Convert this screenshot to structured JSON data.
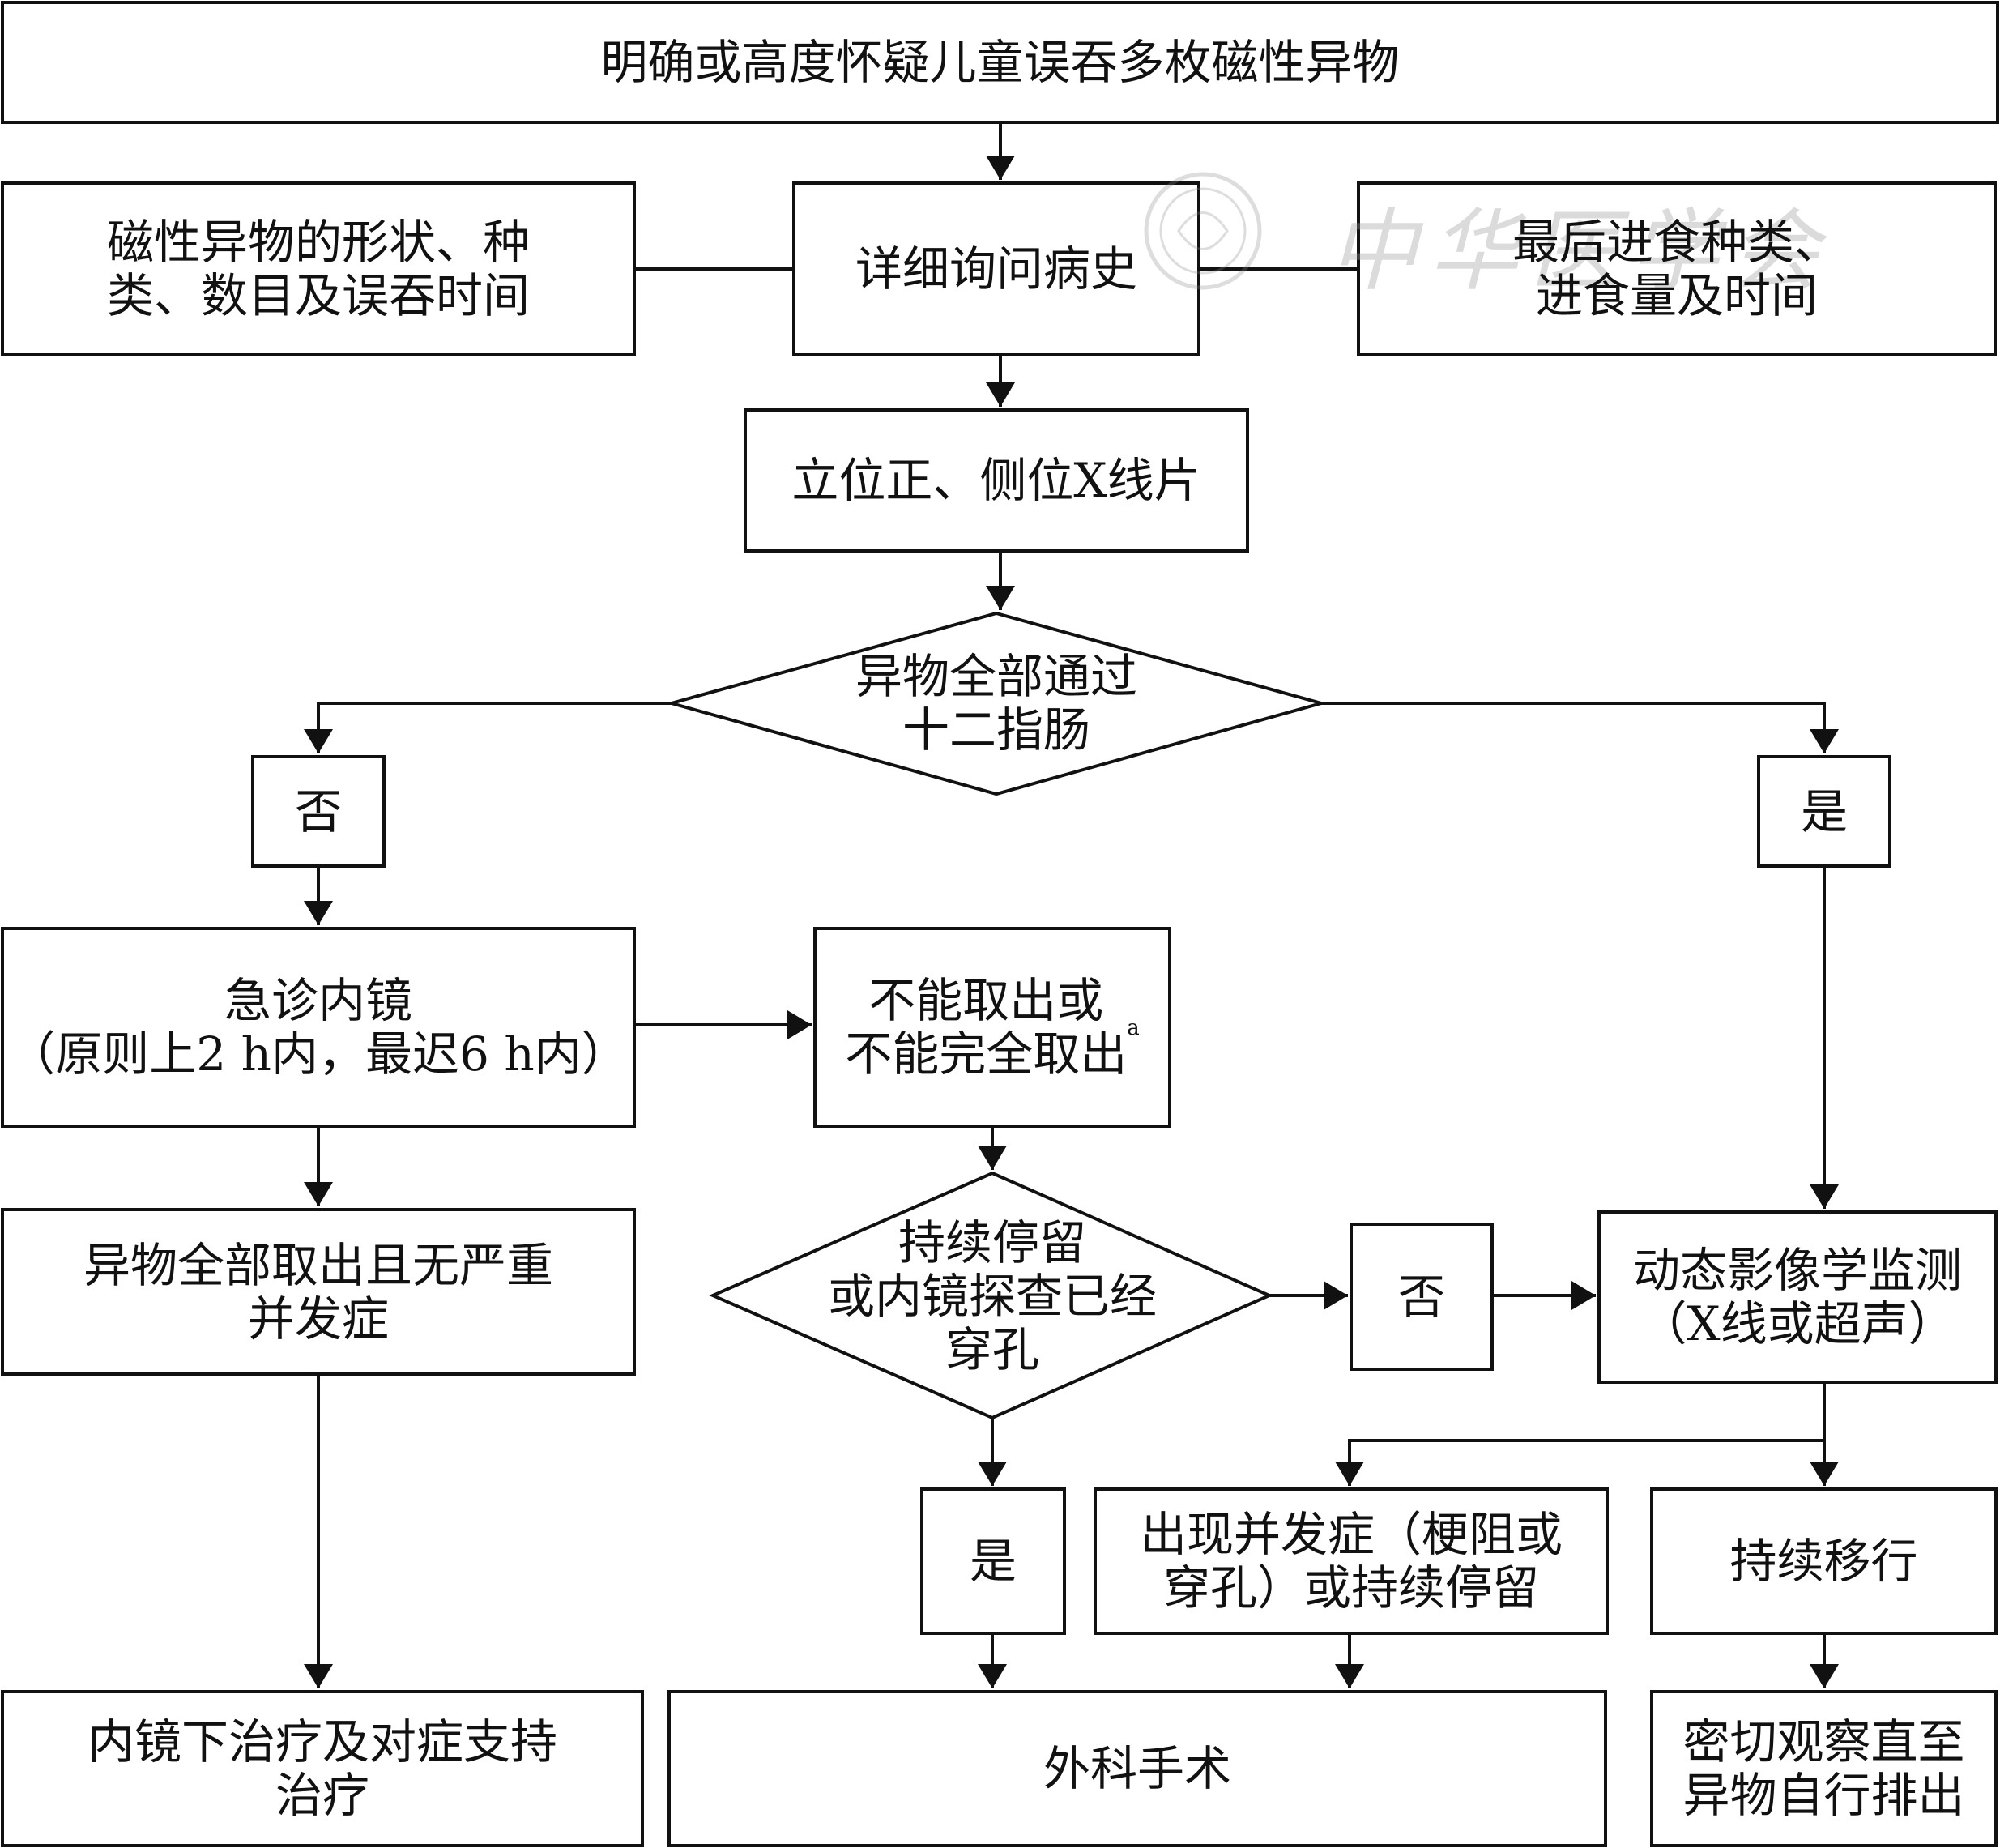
{
  "nodes": {
    "start": "明确或高度怀疑儿童误吞多枚磁性异物",
    "history": "详细询问病史",
    "foreign_info": "磁性异物的形状、种\n类、数目及误吞时间",
    "meal_info": "最后进食种类、\n进食量及时间",
    "xray": "立位正、侧位X线片",
    "passed_duodenum": "异物全部通过\n十二指肠",
    "no_1": "否",
    "yes_1": "是",
    "emergency_endoscopy": "急诊内镜\n（原则上2 h内，最迟6 h内）",
    "cannot_remove": "不能取出或\n不能完全取出",
    "cannot_remove_note": "a",
    "all_removed": "异物全部取出且无严重\n并发症",
    "persist_or_perforation": "持续停留\n或内镜探查已经\n穿孔",
    "no_2": "否",
    "imaging_monitor": "动态影像学监测\n（X线或超声）",
    "yes_2": "是",
    "complication": "出现并发症（梗阻或\n穿孔）或持续停留",
    "keep_moving": "持续移行",
    "endoscopic_treatment": "内镜下治疗及对症支持\n治疗",
    "surgery": "外科手术",
    "observe": "密切观察直至\n异物自行排出"
  },
  "watermark": "中华医学会"
}
